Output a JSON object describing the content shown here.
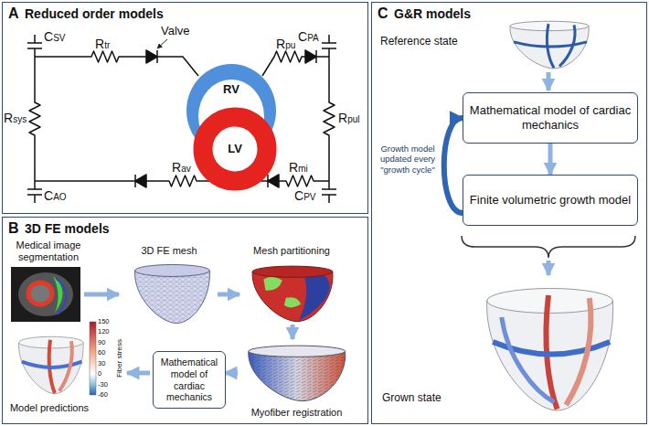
{
  "diagram": {
    "nodes": [
      {
        "text": [
          "A",
          "Reduced order models"
        ]
      },
      {
        "text": [
          "RV"
        ],
        "in": 0
      },
      {
        "text": [
          "LV"
        ],
        "in": 0
      },
      {
        "text": [
          "B",
          "3D FE models"
        ]
      },
      {
        "text": [
          "Mathematical model of cardiac mechanics"
        ],
        "in": 3
      },
      {
        "text": [
          "C",
          "G&R models"
        ]
      },
      {
        "text": [
          "Mathematical model of cardiac mechanics"
        ],
        "in": 5
      },
      {
        "text": [
          "Finite volumetric growth model"
        ],
        "in": 5
      }
    ],
    "edges": [
      {
        "from": 6,
        "to": 7,
        "arrow": "to"
      },
      {
        "from": 7,
        "to": 6,
        "arrow": "to",
        "label": "Growth model updated every \"growth cycle\""
      }
    ],
    "labels": [
      "CSV",
      "Rtr",
      "Valve",
      "CPA",
      "Rpu",
      "Rsys",
      "Rpul",
      "CAO",
      "Rav",
      "Rmi",
      "CPV",
      "Medical image segmentation",
      "3D FE mesh",
      "Mesh partitioning",
      "Myofiber registration",
      "Model predictions",
      "150",
      "120",
      "90",
      "60",
      "30",
      "0",
      "-30",
      "-60",
      "Fiber stress",
      "Reference state",
      "Grown state"
    ]
  }
}
